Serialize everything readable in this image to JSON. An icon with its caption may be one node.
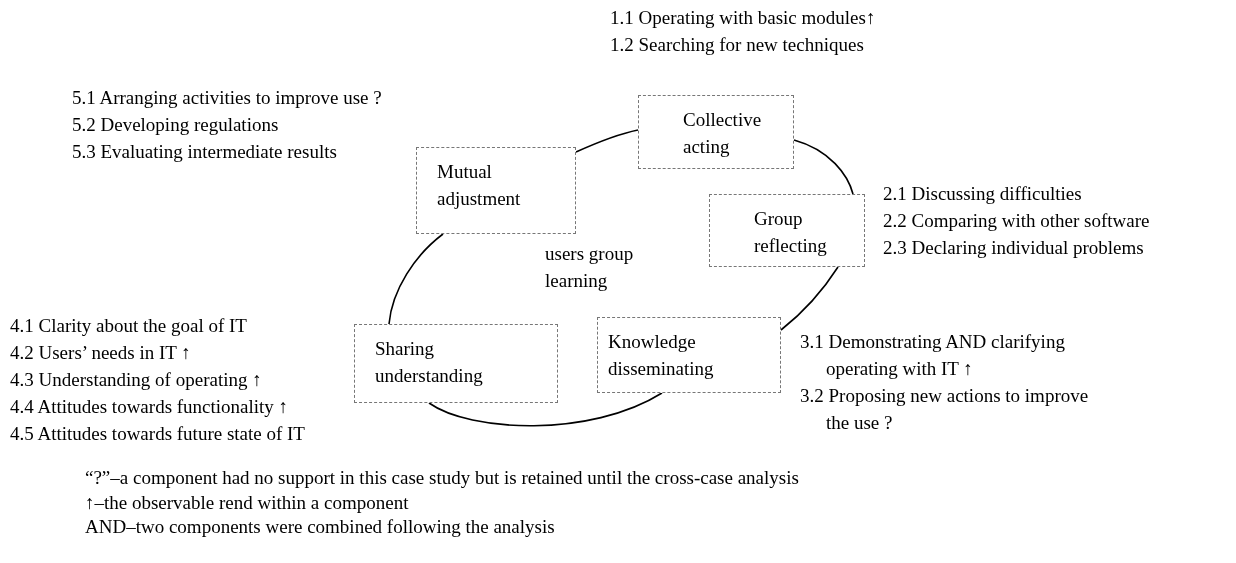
{
  "diagram": {
    "nodes": [
      {
        "text": [
          "Collective acting"
        ],
        "beside": [
          "1.1 Operating with basic modules↑",
          "1.2 Searching for new techniques"
        ]
      },
      {
        "text": [
          "Group reflecting"
        ],
        "beside": [
          "2.1 Discussing difficulties",
          "2.2 Comparing with other software",
          "2.3 Declaring individual problems"
        ]
      },
      {
        "text": [
          "Knowledge disseminating"
        ],
        "beside": [
          "3.1 Demonstrating AND clarifying operating with IT ↑",
          "3.2 Proposing new actions to improve the use ?"
        ]
      },
      {
        "text": [
          "Sharing understanding"
        ],
        "beside": [
          "4.1 Clarity about the goal of IT",
          "4.2 Users’ needs in IT ↑",
          "4.3 Understanding of operating ↑",
          "4.4 Attitudes towards functionality ↑",
          "4.5 Attitudes towards future state of IT"
        ]
      },
      {
        "text": [
          "Mutual adjustment"
        ],
        "beside": [
          "5.1 Arranging activities to improve use ?",
          "5.2 Developing regulations",
          "5.3 Evaluating intermediate results"
        ]
      }
    ],
    "edges": [
      {
        "from": 0,
        "to": 1,
        "arrow": "none"
      },
      {
        "from": 1,
        "to": 2,
        "arrow": "none"
      },
      {
        "from": 2,
        "to": 3,
        "arrow": "none"
      },
      {
        "from": 3,
        "to": 4,
        "arrow": "none"
      },
      {
        "from": 4,
        "to": 0,
        "arrow": "none"
      }
    ],
    "labels": [
      "users group learning",
      "“?”–a component had no support in this case study but is retained until the cross-case analysis",
      "↑–the observable rend within a component",
      "AND–two components were combined following the analysis"
    ]
  }
}
